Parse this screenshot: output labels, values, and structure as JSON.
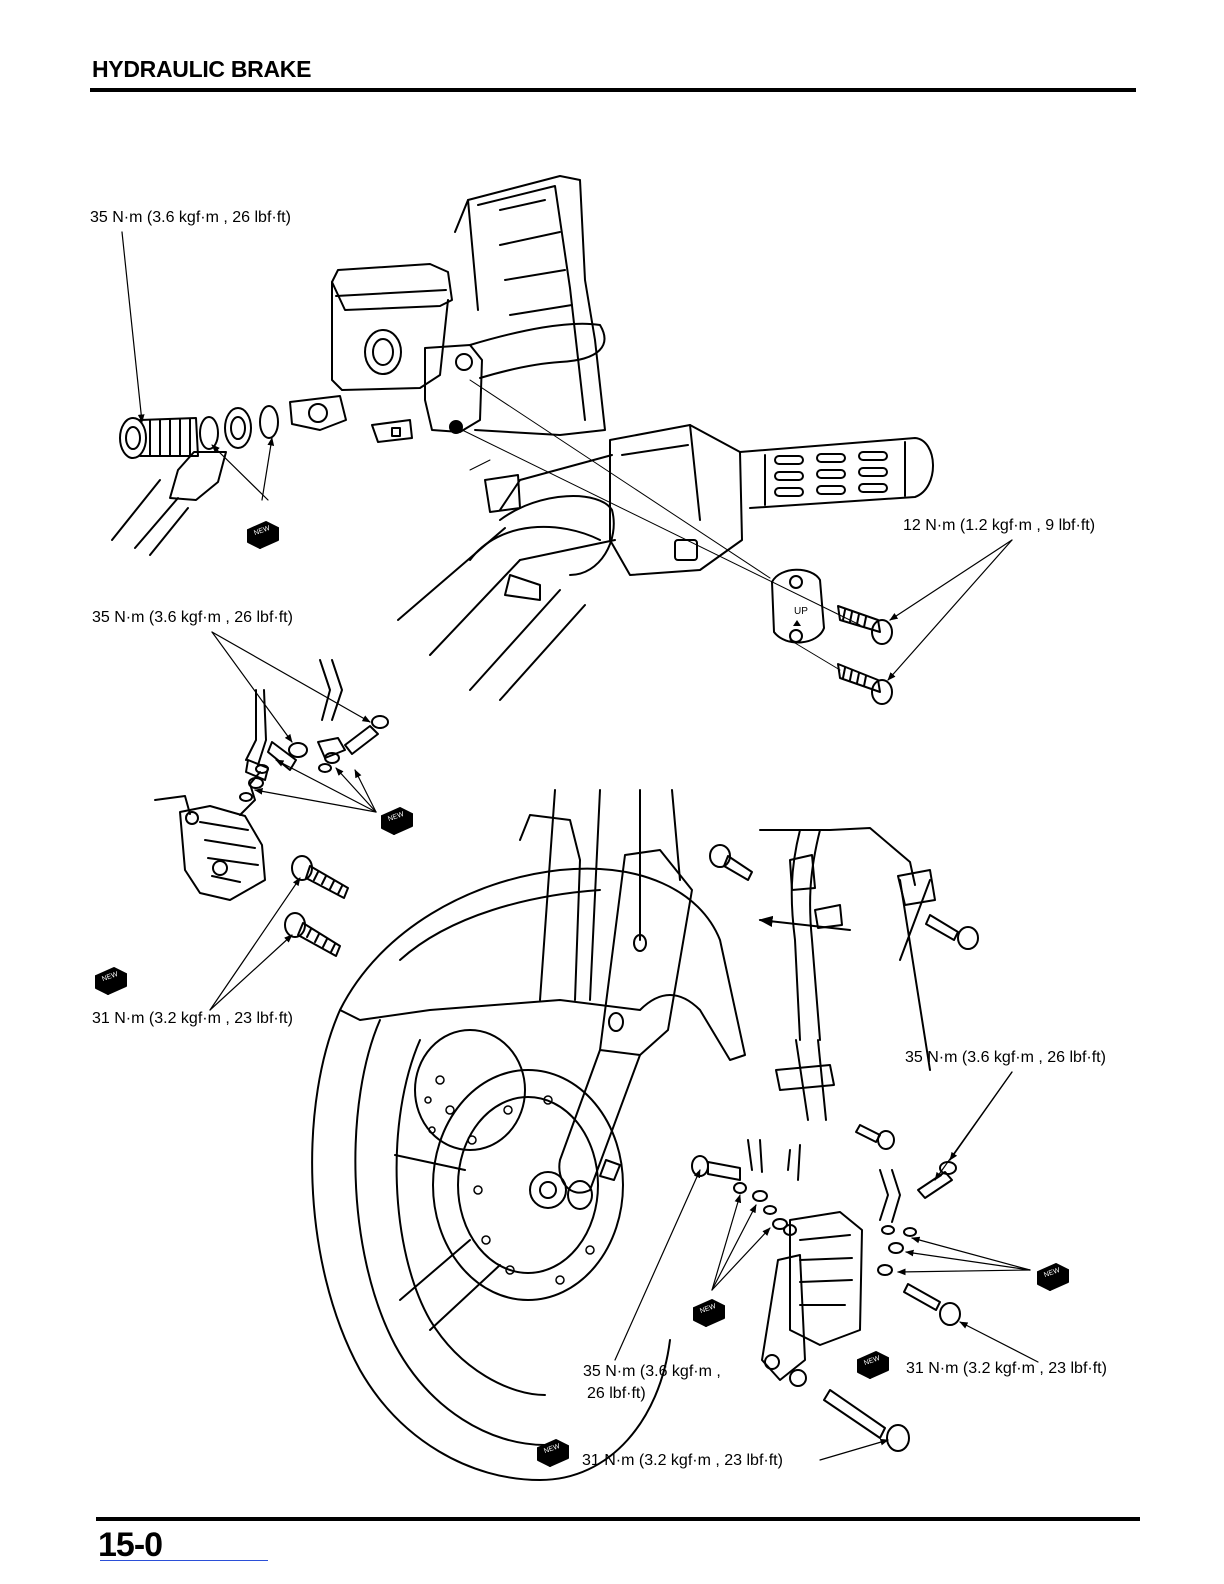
{
  "header": {
    "title": "HYDRAULIC BRAKE"
  },
  "torque_labels": {
    "master_cyl_bolt": "35 N·m (3.6 kgf·m , 26 lbf·ft)",
    "holder_bolts": "12 N·m (1.2 kgf·m , 9 lbf·ft)",
    "left_caliper_bolts": "35 N·m (3.6 kgf·m , 26 lbf·ft)",
    "left_caliper_mount": "31 N·m (3.2 kgf·m , 23 lbf·ft)",
    "right_caliper_bolts": "35 N·m (3.6 kgf·m , 26 lbf·ft)",
    "center_bolts_line1": "35 N·m (3.6 kgf·m ,",
    "center_bolts_line2": "26 lbf·ft)",
    "right_caliper_mount": "31 N·m (3.2 kgf·m , 23 lbf·ft)",
    "bottom_bolt": "31 N·m (3.2 kgf·m , 23 lbf·ft)"
  },
  "badges": {
    "new_text": "NEW"
  },
  "holder_marks": {
    "up": "UP"
  },
  "footer": {
    "page_number": "15-0"
  }
}
